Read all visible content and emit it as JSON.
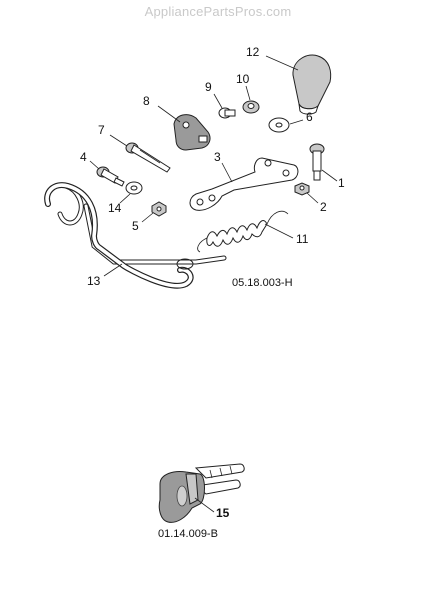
{
  "watermark": "AppliancePartsPros.com",
  "diagram_codes": {
    "upper": "05.18.003-H",
    "lower": "01.14.009-B"
  },
  "callouts": [
    "1",
    "2",
    "3",
    "4",
    "5",
    "6",
    "7",
    "8",
    "9",
    "10",
    "11",
    "12",
    "13",
    "14",
    "15"
  ]
}
